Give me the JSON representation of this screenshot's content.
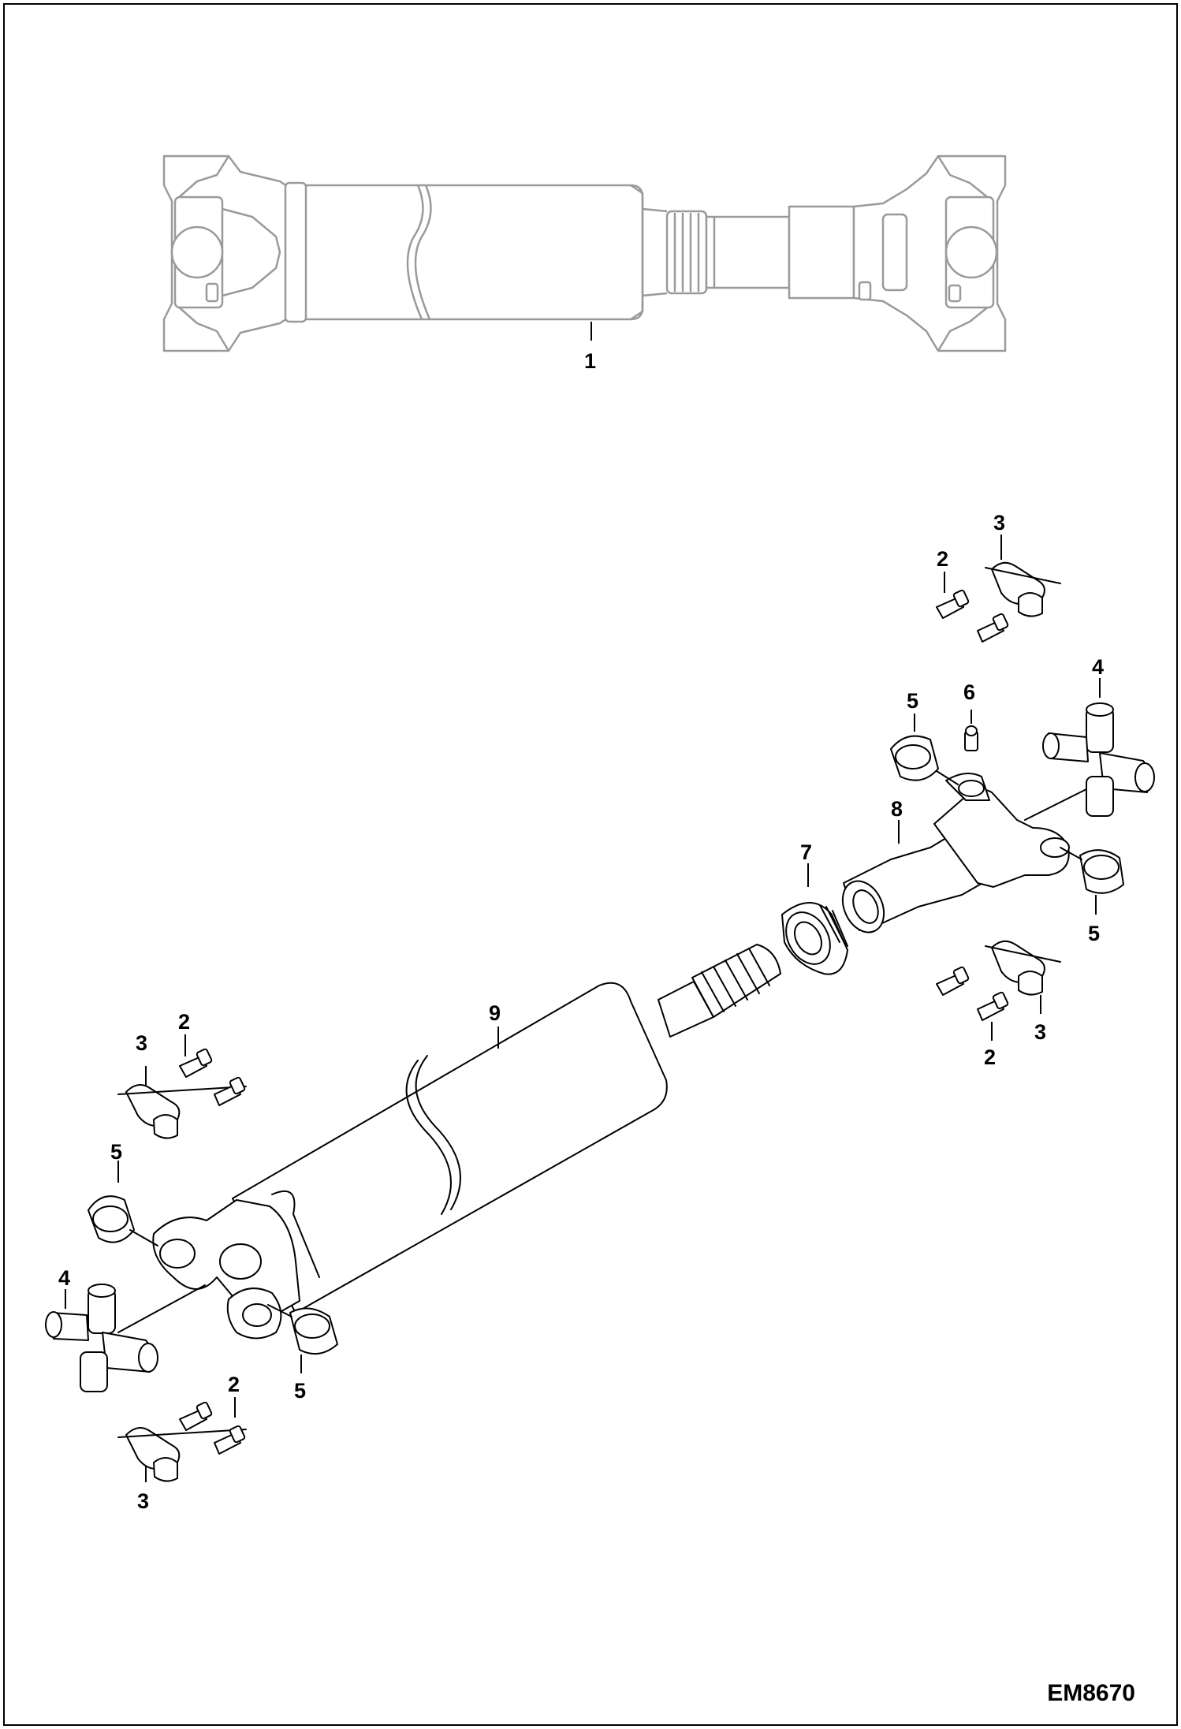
{
  "diagram": {
    "drawing_code": "EM8670",
    "callouts": {
      "c1": "1",
      "c2": "2",
      "c3": "3",
      "c4": "4",
      "c5": "5",
      "c6": "6",
      "c7": "7",
      "c8": "8",
      "c9": "9"
    }
  }
}
